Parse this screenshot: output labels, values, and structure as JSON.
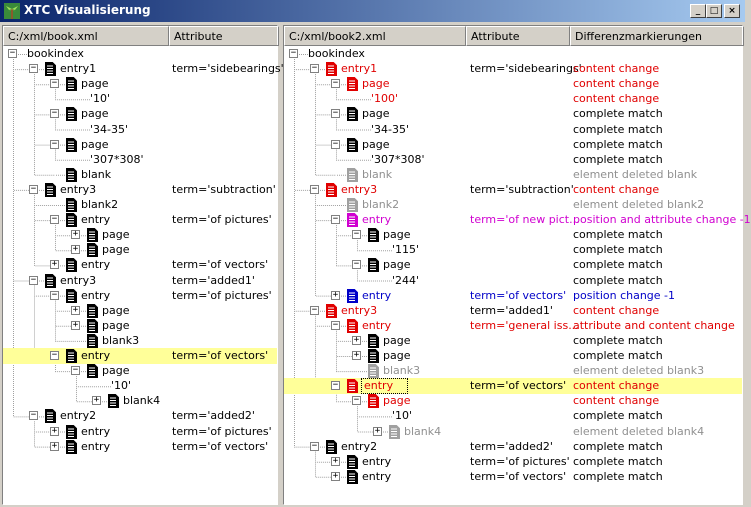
{
  "window": {
    "title": "XTC Visualisierung",
    "buttons": {
      "minimize": "_",
      "maximize": "□",
      "close": "×"
    }
  },
  "colors": {
    "change": "#e00000",
    "deleted": "#909090",
    "position_attribute": "#d000d0",
    "position": "#0000c8",
    "highlight": "#ffff99"
  },
  "left": {
    "headers": [
      "C:/xml/book.xml",
      "Attribute"
    ],
    "rows": [
      {
        "level": 0,
        "toggle": "minus",
        "icon": false,
        "label": "bookindex",
        "attr": ""
      },
      {
        "level": 1,
        "toggle": "minus",
        "icon": true,
        "label": "entry1",
        "attr": "term='sidebearings'"
      },
      {
        "level": 2,
        "toggle": "minus",
        "icon": true,
        "label": "page",
        "attr": ""
      },
      {
        "level": 3,
        "toggle": null,
        "icon": false,
        "label": "'10'",
        "attr": ""
      },
      {
        "level": 2,
        "toggle": "minus",
        "icon": true,
        "label": "page",
        "attr": ""
      },
      {
        "level": 3,
        "toggle": null,
        "icon": false,
        "label": "'34-35'",
        "attr": ""
      },
      {
        "level": 2,
        "toggle": "minus",
        "icon": true,
        "label": "page",
        "attr": ""
      },
      {
        "level": 3,
        "toggle": null,
        "icon": false,
        "label": "'307*308'",
        "attr": ""
      },
      {
        "level": 2,
        "toggle": null,
        "icon": true,
        "label": "blank",
        "attr": ""
      },
      {
        "level": 1,
        "toggle": "minus",
        "icon": true,
        "label": "entry3",
        "attr": "term='subtraction'"
      },
      {
        "level": 2,
        "toggle": null,
        "icon": true,
        "label": "blank2",
        "attr": ""
      },
      {
        "level": 2,
        "toggle": "minus",
        "icon": true,
        "label": "entry",
        "attr": "term='of pictures'"
      },
      {
        "level": 3,
        "toggle": "plus",
        "icon": true,
        "label": "page",
        "attr": ""
      },
      {
        "level": 3,
        "toggle": "plus",
        "icon": true,
        "label": "page",
        "attr": ""
      },
      {
        "level": 2,
        "toggle": "plus",
        "icon": true,
        "label": "entry",
        "attr": "term='of vectors'"
      },
      {
        "level": 1,
        "toggle": "minus",
        "icon": true,
        "label": "entry3",
        "attr": "term='added1'"
      },
      {
        "level": 2,
        "toggle": "minus",
        "icon": true,
        "label": "entry",
        "attr": "term='of pictures'"
      },
      {
        "level": 3,
        "toggle": "plus",
        "icon": true,
        "label": "page",
        "attr": ""
      },
      {
        "level": 3,
        "toggle": "plus",
        "icon": true,
        "label": "page",
        "attr": ""
      },
      {
        "level": 3,
        "toggle": null,
        "icon": true,
        "label": "blank3",
        "attr": ""
      },
      {
        "level": 2,
        "toggle": "minus",
        "icon": true,
        "label": "entry",
        "attr": "term='of vectors'",
        "highlight": true
      },
      {
        "level": 3,
        "toggle": "minus",
        "icon": true,
        "label": "page",
        "attr": ""
      },
      {
        "level": 4,
        "toggle": null,
        "icon": false,
        "label": "'10'",
        "attr": ""
      },
      {
        "level": 4,
        "toggle": "plus",
        "icon": true,
        "label": "blank4",
        "attr": ""
      },
      {
        "level": 1,
        "toggle": "minus",
        "icon": true,
        "label": "entry2",
        "attr": "term='added2'"
      },
      {
        "level": 2,
        "toggle": "plus",
        "icon": true,
        "label": "entry",
        "attr": "term='of pictures'"
      },
      {
        "level": 2,
        "toggle": "plus",
        "icon": true,
        "label": "entry",
        "attr": "term='of vectors'"
      }
    ]
  },
  "right": {
    "headers": [
      "C:/xml/book2.xml",
      "Attribute",
      "Differenzmarkierungen"
    ],
    "rows": [
      {
        "level": 0,
        "toggle": "minus",
        "icon": null,
        "label": "bookindex",
        "attr": "",
        "diff": "",
        "color": ""
      },
      {
        "level": 1,
        "toggle": "minus",
        "icon": "red",
        "label": "entry1",
        "attr": "term='sidebearings'",
        "diff": "content change",
        "color": "red",
        "lc": "red",
        "ac": ""
      },
      {
        "level": 2,
        "toggle": "minus",
        "icon": "red",
        "label": "page",
        "attr": "",
        "diff": "content change",
        "color": "red",
        "lc": "red"
      },
      {
        "level": 3,
        "toggle": null,
        "icon": null,
        "label": "'100'",
        "attr": "",
        "diff": "content change",
        "color": "red",
        "lc": "red"
      },
      {
        "level": 2,
        "toggle": "minus",
        "icon": "black",
        "label": "page",
        "attr": "",
        "diff": "complete match",
        "color": ""
      },
      {
        "level": 3,
        "toggle": null,
        "icon": null,
        "label": "'34-35'",
        "attr": "",
        "diff": "complete match",
        "color": ""
      },
      {
        "level": 2,
        "toggle": "minus",
        "icon": "black",
        "label": "page",
        "attr": "",
        "diff": "complete match",
        "color": ""
      },
      {
        "level": 3,
        "toggle": null,
        "icon": null,
        "label": "'307*308'",
        "attr": "",
        "diff": "complete match",
        "color": ""
      },
      {
        "level": 2,
        "toggle": null,
        "icon": "gray",
        "label": "blank",
        "attr": "",
        "diff": "element deleted blank",
        "color": "gray",
        "lc": "gray"
      },
      {
        "level": 1,
        "toggle": "minus",
        "icon": "red",
        "label": "entry3",
        "attr": "term='subtraction'",
        "diff": "content change",
        "color": "red",
        "lc": "red"
      },
      {
        "level": 2,
        "toggle": null,
        "icon": "gray",
        "label": "blank2",
        "attr": "",
        "diff": "element deleted blank2",
        "color": "gray",
        "lc": "gray"
      },
      {
        "level": 2,
        "toggle": "minus",
        "icon": "mag",
        "label": "entry",
        "attr": "term='of new pict...",
        "diff": "position and attribute change -1",
        "color": "mag",
        "lc": "mag",
        "ac": "mag"
      },
      {
        "level": 3,
        "toggle": "minus",
        "icon": "black",
        "label": "page",
        "attr": "",
        "diff": "complete match",
        "color": ""
      },
      {
        "level": 4,
        "toggle": null,
        "icon": null,
        "label": "'115'",
        "attr": "",
        "diff": "complete match",
        "color": ""
      },
      {
        "level": 3,
        "toggle": "minus",
        "icon": "black",
        "label": "page",
        "attr": "",
        "diff": "complete match",
        "color": ""
      },
      {
        "level": 4,
        "toggle": null,
        "icon": null,
        "label": "'244'",
        "attr": "",
        "diff": "complete match",
        "color": ""
      },
      {
        "level": 2,
        "toggle": "plus",
        "icon": "blue",
        "label": "entry",
        "attr": "term='of vectors'",
        "diff": "position change -1",
        "color": "blue",
        "lc": "blue",
        "ac": "blue"
      },
      {
        "level": 1,
        "toggle": "minus",
        "icon": "red",
        "label": "entry3",
        "attr": "term='added1'",
        "diff": "content change",
        "color": "red",
        "lc": "red"
      },
      {
        "level": 2,
        "toggle": "minus",
        "icon": "red",
        "label": "entry",
        "attr": "term='general iss...",
        "diff": "attribute and content change",
        "color": "red",
        "lc": "red",
        "ac": "red"
      },
      {
        "level": 3,
        "toggle": "plus",
        "icon": "black",
        "label": "page",
        "attr": "",
        "diff": "complete match",
        "color": ""
      },
      {
        "level": 3,
        "toggle": "plus",
        "icon": "black",
        "label": "page",
        "attr": "",
        "diff": "complete match",
        "color": ""
      },
      {
        "level": 3,
        "toggle": null,
        "icon": "gray",
        "label": "blank3",
        "attr": "",
        "diff": "element deleted blank3",
        "color": "gray",
        "lc": "gray"
      },
      {
        "level": 2,
        "toggle": "minus",
        "icon": "red",
        "label": "entry",
        "attr": "term='of vectors'",
        "diff": "content change",
        "color": "red",
        "lc": "red",
        "highlight": true,
        "focus": true
      },
      {
        "level": 3,
        "toggle": "minus",
        "icon": "red",
        "label": "page",
        "attr": "",
        "diff": "content change",
        "color": "red",
        "lc": "red"
      },
      {
        "level": 4,
        "toggle": null,
        "icon": null,
        "label": "'10'",
        "attr": "",
        "diff": "complete match",
        "color": ""
      },
      {
        "level": 4,
        "toggle": "plus",
        "icon": "gray",
        "label": "blank4",
        "attr": "",
        "diff": "element deleted blank4",
        "color": "gray",
        "lc": "gray"
      },
      {
        "level": 1,
        "toggle": "minus",
        "icon": "black",
        "label": "entry2",
        "attr": "term='added2'",
        "diff": "complete match",
        "color": ""
      },
      {
        "level": 2,
        "toggle": "plus",
        "icon": "black",
        "label": "entry",
        "attr": "term='of pictures'",
        "diff": "complete match",
        "color": ""
      },
      {
        "level": 2,
        "toggle": "plus",
        "icon": "black",
        "label": "entry",
        "attr": "term='of vectors'",
        "diff": "complete match",
        "color": ""
      }
    ]
  }
}
